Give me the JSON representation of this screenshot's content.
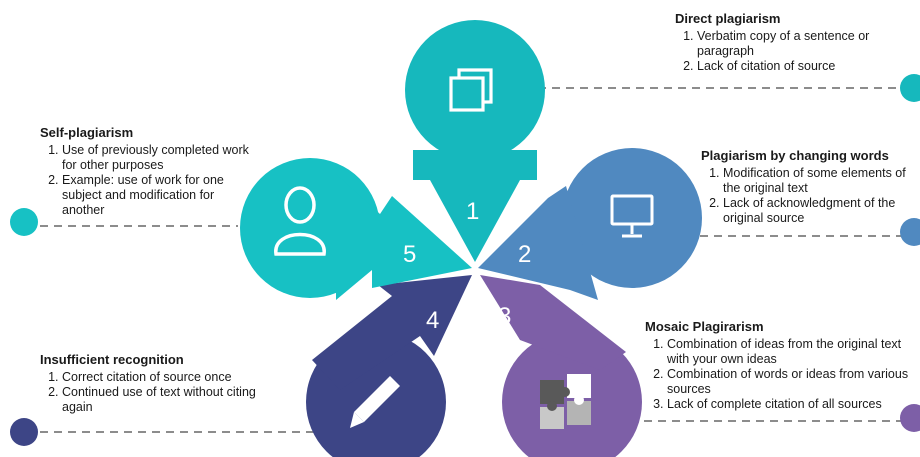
{
  "colors": {
    "p1": "#16b8bd",
    "p2": "#5089c0",
    "p3": "#7d5fa7",
    "p4": "#3d4586",
    "p5": "#17c1c4",
    "dash": "#666666"
  },
  "segments": [
    {
      "number": "1",
      "icon": "copy-pages-icon",
      "title": "Direct plagiarism",
      "items": [
        "Verbatim copy of a sentence or paragraph",
        "Lack of citation of source"
      ]
    },
    {
      "number": "2",
      "icon": "monitor-icon",
      "title": "Plagiarism by changing words",
      "items": [
        "Modification of some elements of the original text",
        "Lack of acknowledgment of the original source"
      ]
    },
    {
      "number": "3",
      "icon": "puzzle-icon",
      "title": "Mosaic Plagirarism",
      "items": [
        "Combination of ideas from the original text with your own ideas",
        "Combination of words or ideas from various sources",
        "Lack of complete citation of all sources"
      ]
    },
    {
      "number": "4",
      "icon": "pencil-icon",
      "title": "Insufficient recognition",
      "items": [
        "Correct citation of source once",
        "Continued use of text without citing again"
      ]
    },
    {
      "number": "5",
      "icon": "user-icon",
      "title": "Self-plagiarism",
      "items": [
        "Use of previously completed work for other purposes",
        "Example: use of work for one subject and modification for another"
      ]
    }
  ]
}
